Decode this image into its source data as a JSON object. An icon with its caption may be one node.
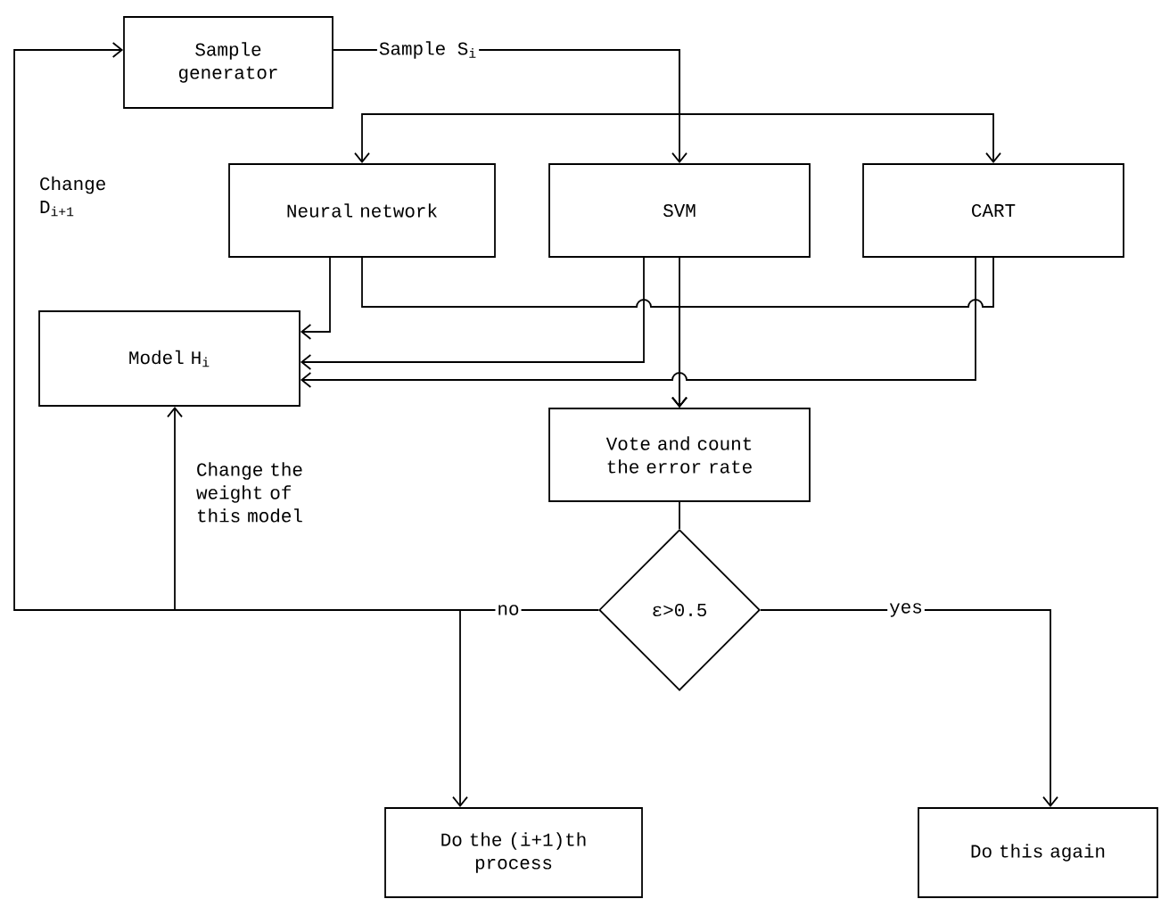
{
  "diagram": {
    "nodes": [
      {
        "text": [
          "Sample generator"
        ]
      },
      {
        "text": [
          "Neural network"
        ]
      },
      {
        "text": [
          "SVM"
        ]
      },
      {
        "text": [
          "CART"
        ]
      },
      {
        "text": [
          "Model H$_{i}$"
        ]
      },
      {
        "text": [
          "Vote and count the error rate"
        ]
      },
      {
        "text": [
          "ε>0.5"
        ]
      },
      {
        "text": [
          "Do the (i+1)th process"
        ]
      },
      {
        "text": [
          "Do this again"
        ]
      }
    ],
    "edges": [
      {
        "from": 0,
        "to": 2,
        "arrow": "to",
        "label": "Sample S$_{i}$"
      },
      {
        "from": 0,
        "to": 1,
        "arrow": "to"
      },
      {
        "from": 0,
        "to": 3,
        "arrow": "to"
      },
      {
        "from": 1,
        "to": 4,
        "arrow": "to"
      },
      {
        "from": 1,
        "to": 5,
        "arrow": "to"
      },
      {
        "from": 3,
        "to": 5,
        "arrow": "to"
      },
      {
        "from": 2,
        "to": 5,
        "arrow": "to"
      },
      {
        "from": 2,
        "to": 4,
        "arrow": "to"
      },
      {
        "from": 3,
        "to": 4,
        "arrow": "to"
      },
      {
        "from": 5,
        "to": 6,
        "arrow": "none"
      },
      {
        "from": 6,
        "to": 7,
        "arrow": "to",
        "label": "no"
      },
      {
        "from": 6,
        "to": 8,
        "arrow": "to",
        "label": "yes"
      },
      {
        "from": 6,
        "to": 0,
        "arrow": "to",
        "label": "Change D$_{i+1}$"
      },
      {
        "from": 6,
        "to": 4,
        "arrow": "to",
        "label": "Change the weight of this model"
      }
    ]
  }
}
